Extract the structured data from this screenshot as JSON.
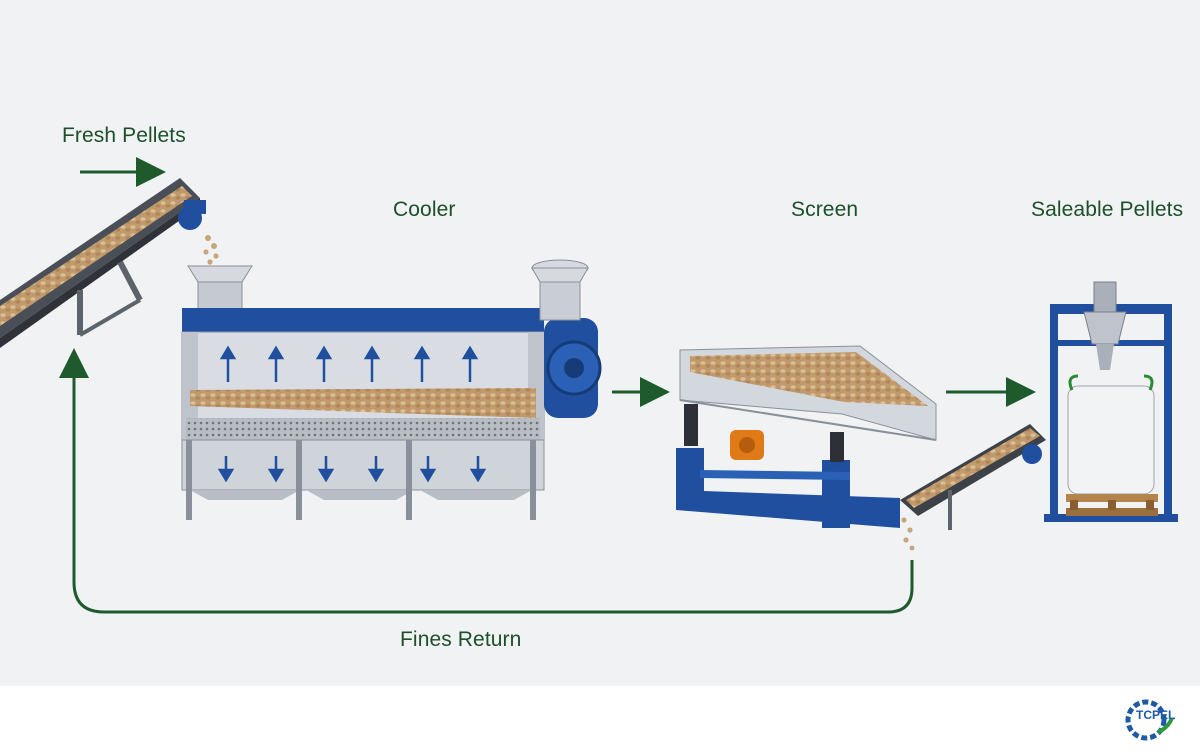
{
  "labels": {
    "fresh_pellets": "Fresh Pellets",
    "cooler": "Cooler",
    "screen": "Screen",
    "saleable_pellets": "Saleable Pellets",
    "fines_return": "Fines Return"
  },
  "logo": {
    "text": "TCPEL"
  },
  "colors": {
    "label_green": "#1c4f2a",
    "arrow_green": "#1e5a2c",
    "frame_blue": "#1f4f9e",
    "steel_grey": "#c9ced6",
    "pellet_tan": "#c9a57a",
    "background": "#f1f2f4"
  }
}
